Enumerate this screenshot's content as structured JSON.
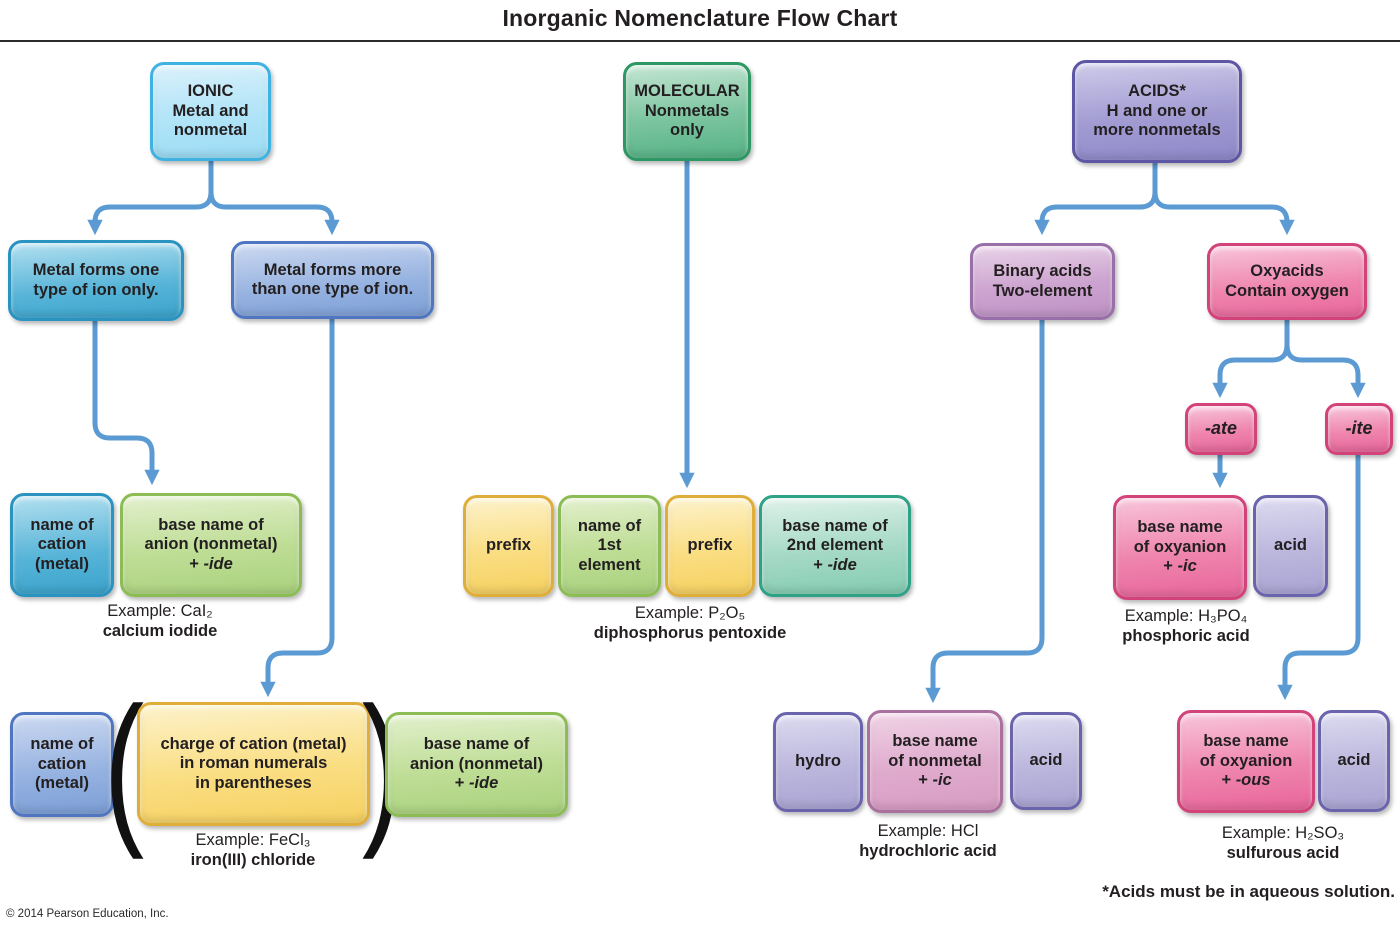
{
  "title": "Inorganic Nomenclature Flow Chart",
  "footnote": "*Acids must be in aqueous solution.",
  "copyright": "© 2014 Pearson Education, Inc.",
  "glyphs": {
    "plus": "+",
    "paren_open": "(",
    "paren_close": ")"
  },
  "colors": {
    "arrow": "#5b9ad2",
    "ionic_cyan": "#9adcf5",
    "teal": "#3ba3cb",
    "blue": "#7d9fd6",
    "green": "#a9d27d",
    "yellow": "#f6d161",
    "teal_green": "#83cbb1",
    "molecular_green": "#55b285",
    "acids_purple": "#8f88c9",
    "binary_mauve": "#bd92c5",
    "oxyacid_pink": "#e8659a",
    "acid_lavender": "#aaa4d3",
    "text": "#231f20"
  },
  "boxes": {
    "ionic": {
      "label": "IONIC\nMetal and\nnonmetal"
    },
    "metal_one": {
      "label": "Metal forms one\ntype of ion only."
    },
    "metal_more": {
      "label": "Metal forms more\nthan one type of ion."
    },
    "cation_top": {
      "label": "name of\ncation\n(metal)"
    },
    "anion_top": {
      "label": "base name of\nanion (nonmetal)",
      "suffix": "-ide"
    },
    "cation_bottom": {
      "label": "name of\ncation\n(metal)"
    },
    "charge": {
      "label": "charge of cation (metal)\nin roman numerals\nin parentheses"
    },
    "anion_bottom": {
      "label": "base name of\nanion (nonmetal)",
      "suffix": "-ide"
    },
    "molecular": {
      "label": "MOLECULAR\nNonmetals\nonly"
    },
    "prefix1": {
      "label": "prefix"
    },
    "element1": {
      "label": "name of\n1st\nelement"
    },
    "prefix2": {
      "label": "prefix"
    },
    "element2": {
      "label": "base name of\n2nd element",
      "suffix": "-ide"
    },
    "acids": {
      "label": "ACIDS*\nH and one or\nmore nonmetals"
    },
    "binary": {
      "label": "Binary acids\nTwo-element"
    },
    "oxyacids": {
      "label": "Oxyacids\nContain oxygen"
    },
    "ate": {
      "label": "-ate"
    },
    "ite": {
      "label": "-ite"
    },
    "oxyanion_ic": {
      "label": "base name\nof oxyanion",
      "suffix": "-ic"
    },
    "acid1": {
      "label": "acid"
    },
    "hydro": {
      "label": "hydro"
    },
    "nonmetal_ic": {
      "label": "base name\nof nonmetal",
      "suffix": "-ic"
    },
    "acid2": {
      "label": "acid"
    },
    "oxyanion_ous": {
      "label": "base name\nof oxyanion",
      "suffix": "-ous"
    },
    "acid3": {
      "label": "acid"
    }
  },
  "captions": {
    "cai2": {
      "formula": "Example: CaI₂",
      "name": "calcium iodide"
    },
    "fecl3": {
      "formula": "Example: FeCl₃",
      "name": "iron(III) chloride"
    },
    "p2o5": {
      "formula": "Example: P₂O₅",
      "name": "diphosphorus pentoxide"
    },
    "h3po4": {
      "formula": "Example: H₃PO₄",
      "name": "phosphoric acid"
    },
    "hcl": {
      "formula": "Example: HCl",
      "name": "hydrochloric acid"
    },
    "h2so3": {
      "formula": "Example: H₂SO₃",
      "name": "sulfurous acid"
    }
  }
}
